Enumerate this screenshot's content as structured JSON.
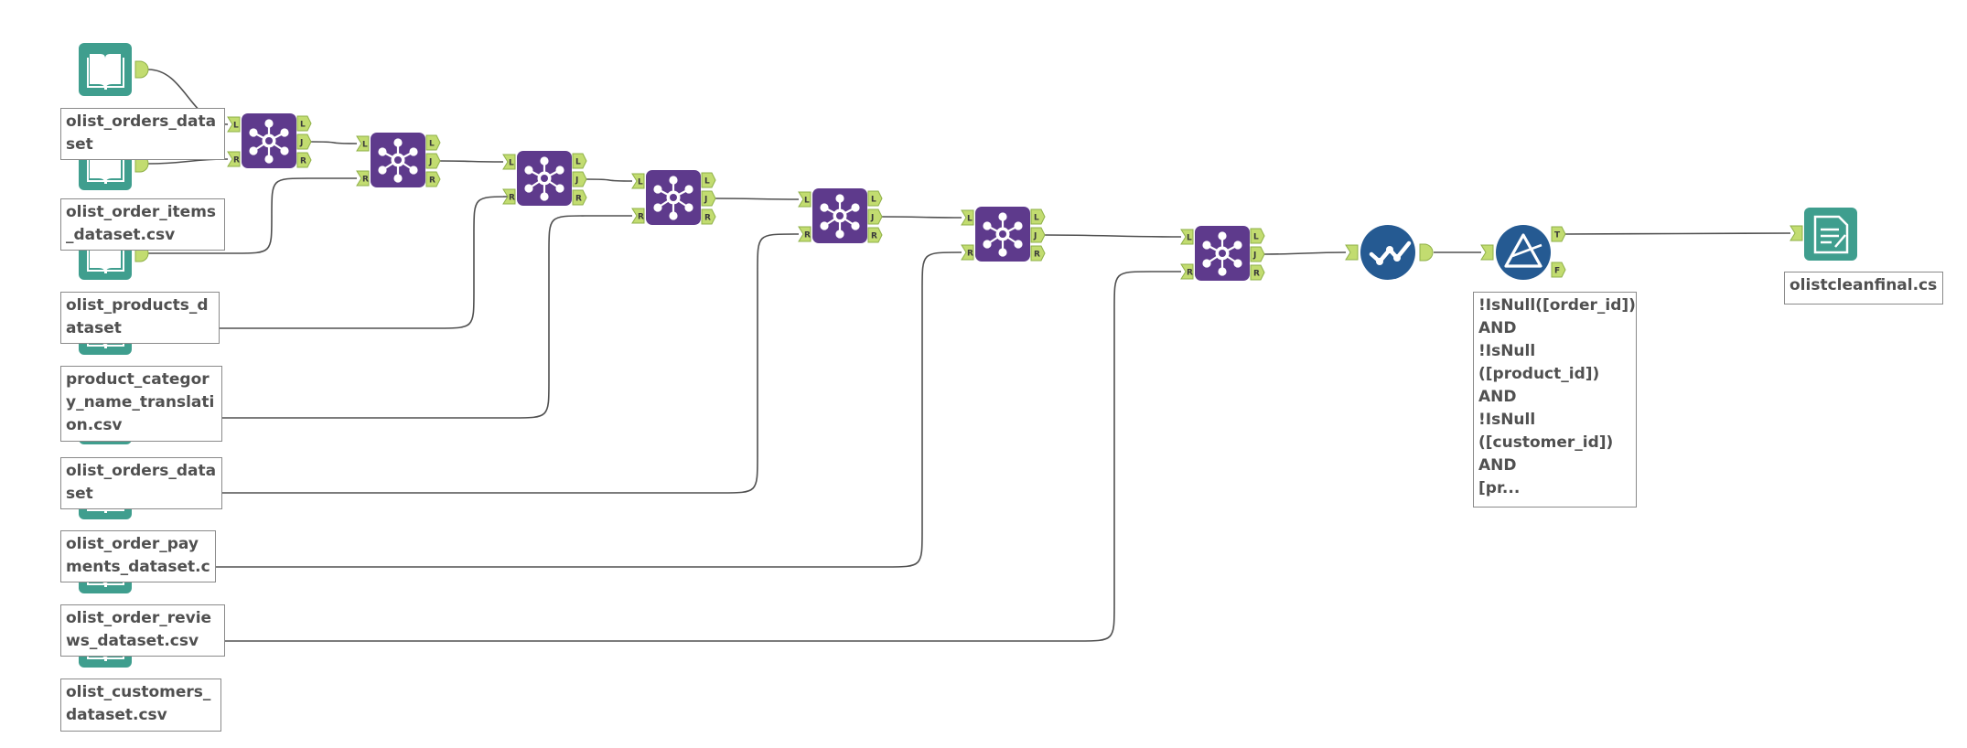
{
  "canvas": {
    "input_tools": [
      {
        "label": "olist_orders_dataset"
      },
      {
        "label": "olist_order_items_dataset.csv"
      },
      {
        "label": "olist_products_dataset"
      },
      {
        "label": "product_category_name_translation.csv"
      },
      {
        "label": "olist_orders_dataset"
      },
      {
        "label": "olist_order_payments_dataset.csv"
      },
      {
        "label": "olist_order_reviews_dataset.csv"
      },
      {
        "label": "olist_customers_dataset.csv"
      }
    ],
    "join_tools": [
      {
        "anchors": [
          "L",
          "R",
          "L",
          "J",
          "R"
        ]
      },
      {
        "anchors": [
          "L",
          "R",
          "L",
          "J",
          "R"
        ]
      },
      {
        "anchors": [
          "L",
          "R",
          "L",
          "J",
          "R"
        ]
      },
      {
        "anchors": [
          "L",
          "R",
          "L",
          "J",
          "R"
        ]
      },
      {
        "anchors": [
          "L",
          "R",
          "L",
          "J",
          "R"
        ]
      },
      {
        "anchors": [
          "L",
          "R",
          "L",
          "J",
          "R"
        ]
      },
      {
        "anchors": [
          "L",
          "R",
          "L",
          "J",
          "R"
        ]
      }
    ],
    "filter": {
      "anchors": [
        "T",
        "F"
      ],
      "expression": "!IsNull([order_id])\nAND\n!IsNull\n([product_id])\nAND\n!IsNull\n([customer_id])\nAND\n[pr..."
    },
    "output": {
      "label": "olistcleanfinal.csv"
    },
    "colors": {
      "input_teal": "#3f9e8e",
      "join_purple": "#5e3a8c",
      "blue_tool": "#255a92",
      "anchor_green": "#c2dc70",
      "wire": "#505050"
    },
    "icons": {
      "input": "book-icon",
      "join": "join-network-icon",
      "select": "checkmark-icon",
      "filter": "filter-triangle-icon",
      "output": "document-icon"
    }
  }
}
